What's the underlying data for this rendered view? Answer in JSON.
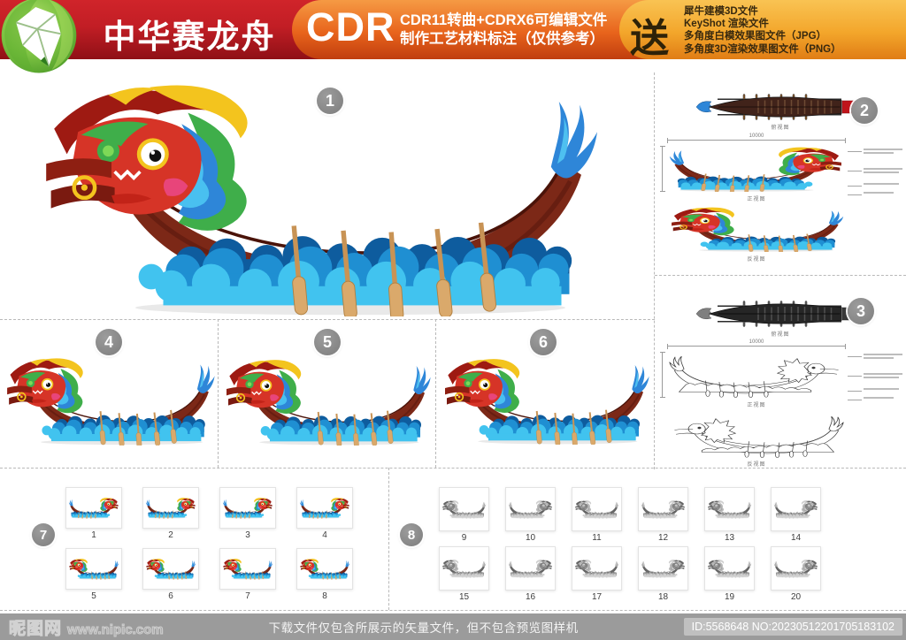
{
  "header": {
    "title": "中华赛龙舟",
    "format_badge": "CDR",
    "format_line1": "CDR11转曲+CDRX6可编辑文件",
    "format_line2": "制作工艺材料标注（仅供参考）",
    "gift_badge": "送",
    "gift_items": [
      "犀牛建模3D文件",
      "KeyShot 渲染文件",
      "多角度白模效果图文件（JPG）",
      "多角度3D渲染效果图文件（PNG）"
    ],
    "logo": "coreldraw-balloon-logo"
  },
  "badges": [
    "1",
    "2",
    "3",
    "4",
    "5",
    "6",
    "7",
    "8"
  ],
  "tech_views": {
    "colored_captions": [
      "俯视图",
      "正视图",
      "反视图"
    ],
    "line_captions": [
      "俯视图",
      "正视图",
      "反视图"
    ],
    "dimension_width": "10000"
  },
  "thumbnails": {
    "colored_labels": [
      "1",
      "2",
      "3",
      "4",
      "5",
      "6",
      "7",
      "8"
    ],
    "white_labels": [
      "9",
      "10",
      "11",
      "12",
      "13",
      "14",
      "15",
      "16",
      "17",
      "18",
      "19",
      "20"
    ]
  },
  "footer": {
    "site_name": "昵图网",
    "site_url": "www.nipic.com",
    "notice": "下载文件仅包含所展示的矢量文件，但不包含预览图样机",
    "file_id": "ID:5568648 NO:20230512201705183102"
  },
  "colors": {
    "header_red": "#c21e25",
    "header_orange": "#e8641c",
    "header_yellow": "#f3a62b",
    "badge_gray": "#8c8c8c",
    "hull_red": "#7c2817",
    "wave_blue": "#1f8fd2",
    "oar_tan": "#d3a05f",
    "footer_gray": "#9b9b9b"
  }
}
